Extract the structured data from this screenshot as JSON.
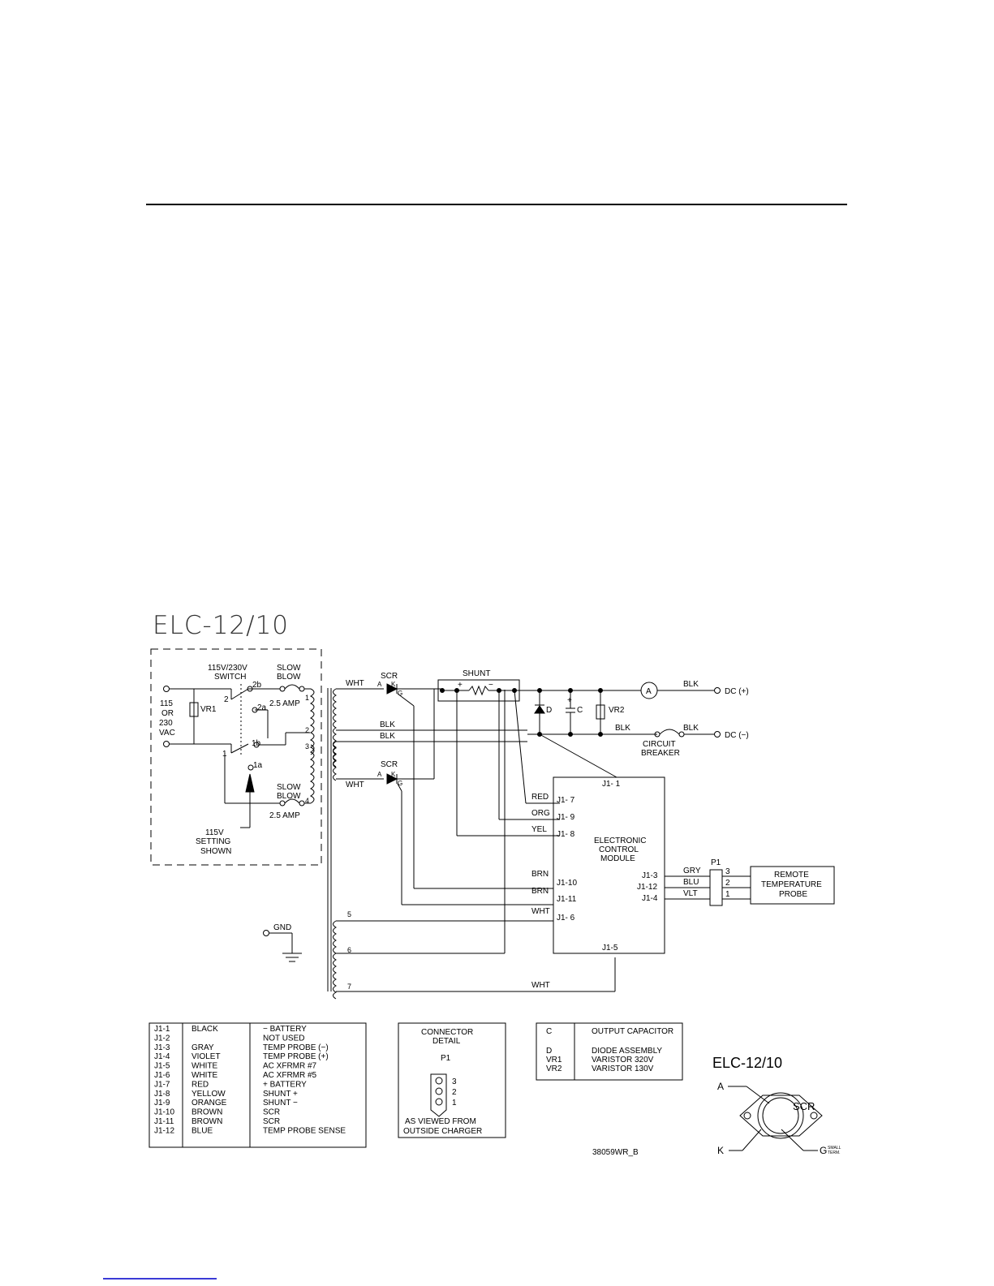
{
  "diagram": {
    "title": "ELC-12/10",
    "voltage_switch": "115V/230V",
    "switch_label": "SWITCH",
    "fuse_top": [
      "SLOW",
      "BLOW",
      "2.5 AMP"
    ],
    "fuse_bottom": [
      "SLOW",
      "BLOW",
      "2.5 AMP"
    ],
    "ac_input": [
      "115",
      "OR",
      "230",
      "VAC"
    ],
    "vr1": "VR1",
    "vr2": "VR2",
    "setting_note": [
      "115V",
      "SETTING",
      "SHOWN"
    ],
    "switch_terminals": [
      "2b",
      "2a",
      "1b",
      "1a",
      "2",
      "1"
    ],
    "xfmr_taps": [
      "1",
      "2",
      "3",
      "4",
      "5",
      "6",
      "7"
    ],
    "scr": "SCR",
    "scr_pins": [
      "A",
      "K",
      "G"
    ],
    "shunt": "SHUNT",
    "shunt_plus": "+",
    "shunt_minus": "−",
    "diode": "D",
    "capacitor": "C",
    "cap_plus": "+",
    "ammeter": "A",
    "dc_plus": "DC (+)",
    "dc_minus": "DC (−)",
    "circuit_breaker": [
      "CIRCUIT",
      "BREAKER"
    ],
    "gnd": "GND",
    "wires": {
      "wht": "WHT",
      "blk": "BLK",
      "red": "RED",
      "org": "ORG",
      "yel": "YEL",
      "brn": "BRN",
      "gry": "GRY",
      "blu": "BLU",
      "vlt": "VLT"
    },
    "module": {
      "label": [
        "ELECTRONIC",
        "CONTROL",
        "MODULE"
      ],
      "pins_left": [
        "J1- 7",
        "J1- 9",
        "J1- 8",
        "J1-10",
        "J1-11",
        "J1- 6"
      ],
      "pins_right": [
        "J1-3",
        "J1-12",
        "J1-4"
      ],
      "pin_top": "J1- 1",
      "pin_bottom": "J1-5"
    },
    "p1": "P1",
    "p1_pins": [
      "3",
      "2",
      "1"
    ],
    "probe": [
      "REMOTE",
      "TEMPERATURE",
      "PROBE"
    ]
  },
  "pin_table": {
    "rows": [
      [
        "J1-1",
        "BLACK",
        "− BATTERY"
      ],
      [
        "J1-2",
        "",
        "NOT USED"
      ],
      [
        "J1-3",
        "GRAY",
        "TEMP PROBE (−)"
      ],
      [
        "J1-4",
        "VIOLET",
        "TEMP PROBE (+)"
      ],
      [
        "J1-5",
        "WHITE",
        "AC XFRMR #7"
      ],
      [
        "J1-6",
        "WHITE",
        "AC XFRMR #5"
      ],
      [
        "J1-7",
        "RED",
        "+ BATTERY"
      ],
      [
        "J1-8",
        "YELLOW",
        "SHUNT +"
      ],
      [
        "J1-9",
        "ORANGE",
        "SHUNT −"
      ],
      [
        "J1-10",
        "BROWN",
        "SCR"
      ],
      [
        "J1-11",
        "BROWN",
        "SCR"
      ],
      [
        "J1-12",
        "BLUE",
        "TEMP PROBE SENSE"
      ]
    ]
  },
  "connector_detail": {
    "title": [
      "CONNECTOR",
      "DETAIL"
    ],
    "label": "P1",
    "pins": [
      "3",
      "2",
      "1"
    ],
    "note": [
      "AS VIEWED FROM",
      "OUTSIDE CHARGER"
    ]
  },
  "legend": {
    "rows": [
      [
        "C",
        "OUTPUT CAPACITOR"
      ],
      [
        "D",
        "DIODE ASSEMBLY"
      ],
      [
        "VR1",
        "VARISTOR 320V"
      ],
      [
        "VR2",
        "VARISTOR 130V"
      ]
    ]
  },
  "scr_detail": {
    "title": "ELC-12/10",
    "scr": "SCR",
    "a": "A",
    "k": "K",
    "g": "G",
    "small_term": [
      "SMALL",
      "TERM."
    ]
  },
  "drawing_number": "38059WR_B"
}
